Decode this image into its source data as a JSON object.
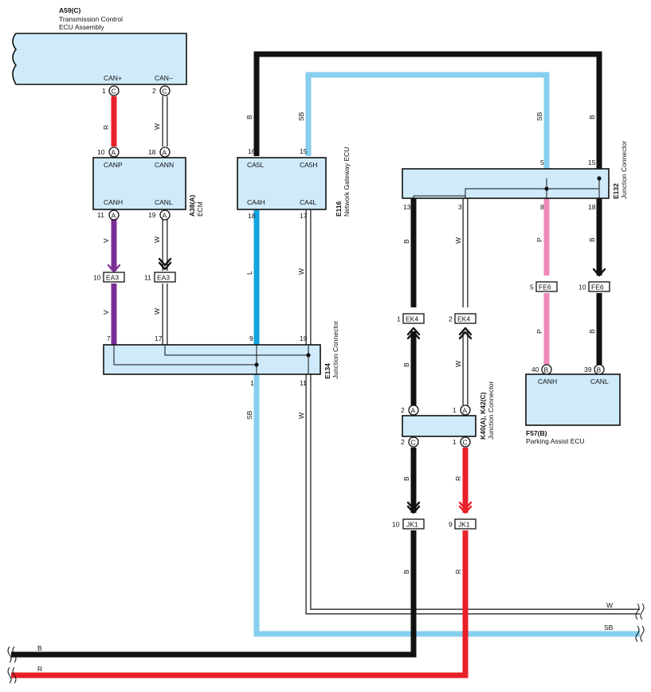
{
  "components": {
    "tcm": {
      "code": "A59(C)",
      "name1": "Transmission Control",
      "name2": "ECU Assembly",
      "pin_can_plus": "CAN+",
      "pin_can_minus": "CAN–"
    },
    "ecm": {
      "code": "A38(A)",
      "name": "ECM",
      "canp": "CANP",
      "cann": "CANN",
      "canh": "CANH",
      "canl": "CANL"
    },
    "gateway": {
      "code": "E116",
      "name": "Network Gateway ECU",
      "ca5l": "CA5L",
      "ca5h": "CA5H",
      "ca4h": "CA4H",
      "ca4l": "CA4L"
    },
    "jc_e132": {
      "code": "E132",
      "name": "Junction Connector"
    },
    "jc_e134": {
      "code": "E134",
      "name": "Junction Connector"
    },
    "jc_k40": {
      "code": "K40(A), K42(C)",
      "name": "Junction Connector"
    },
    "parking": {
      "code": "F57(B)",
      "name": "Parking Assist ECU",
      "canh": "CANH",
      "canl": "CANL"
    }
  },
  "connectors": {
    "ea3_a": {
      "pin": "10",
      "label": "EA3"
    },
    "ea3_b": {
      "pin": "11",
      "label": "EA3"
    },
    "ek4_a": {
      "pin": "1",
      "label": "EK4"
    },
    "ek4_b": {
      "pin": "2",
      "label": "EK4"
    },
    "fe6_a": {
      "pin": "5",
      "label": "FE6"
    },
    "fe6_b": {
      "pin": "10",
      "label": "FE6"
    },
    "jk1_a": {
      "pin": "10",
      "label": "JK1"
    },
    "jk1_b": {
      "pin": "9",
      "label": "JK1"
    }
  },
  "pins": {
    "tcm_1": "1",
    "tcm_1_t": "C",
    "tcm_2": "2",
    "tcm_2_t": "C",
    "ecm_10": "10",
    "ecm_10_t": "A",
    "ecm_18": "18",
    "ecm_18_t": "A",
    "ecm_11": "11",
    "ecm_11_t": "A",
    "ecm_19": "19",
    "ecm_19_t": "A",
    "gw_16": "16",
    "gw_15": "15",
    "gw_18": "18",
    "gw_17": "17",
    "e134_7": "7",
    "e134_17": "17",
    "e134_9": "9",
    "e134_19": "19",
    "e134_1": "1",
    "e134_11": "11",
    "e132_5": "5",
    "e132_15": "15",
    "e132_13": "13",
    "e132_3": "3",
    "e132_8": "8",
    "e132_18": "18",
    "k40_2a": "2",
    "k40_2a_t": "A",
    "k40_1a": "1",
    "k40_1a_t": "A",
    "k42_2c": "2",
    "k42_2c_t": "C",
    "k42_1c": "1",
    "k42_1c_t": "C",
    "pa_40": "40",
    "pa_40_t": "B",
    "pa_39": "39",
    "pa_39_t": "B"
  },
  "wire_colors": {
    "r_top": "R",
    "w_top": "W",
    "v_1": "V",
    "w_1": "W",
    "v_2": "V",
    "w_2": "W",
    "b_gw": "B",
    "sb_gw": "SB",
    "l_gw": "L",
    "w_gw": "W",
    "sb_e134": "SB",
    "w_e134": "W",
    "sb_right": "SB",
    "b_right": "B",
    "b_e132": "B",
    "w_e132": "W",
    "p_1": "P",
    "b_3": "B",
    "p_2": "P",
    "b_4": "B",
    "b_ek4": "B",
    "w_ek4": "W",
    "b_k": "B",
    "r_k": "R",
    "b_jk1": "B",
    "r_jk1": "R",
    "w_bottom": "W",
    "sb_bottom": "SB",
    "b_bottom": "B",
    "r_bottom": "R"
  },
  "colors": {
    "black": "#111111",
    "red": "#e8202a",
    "violet": "#7b2f96",
    "light_blue": "#87cfee",
    "blue": "#12a4e0",
    "pink": "#f08ab8",
    "component_fill": "#cfeafa"
  }
}
